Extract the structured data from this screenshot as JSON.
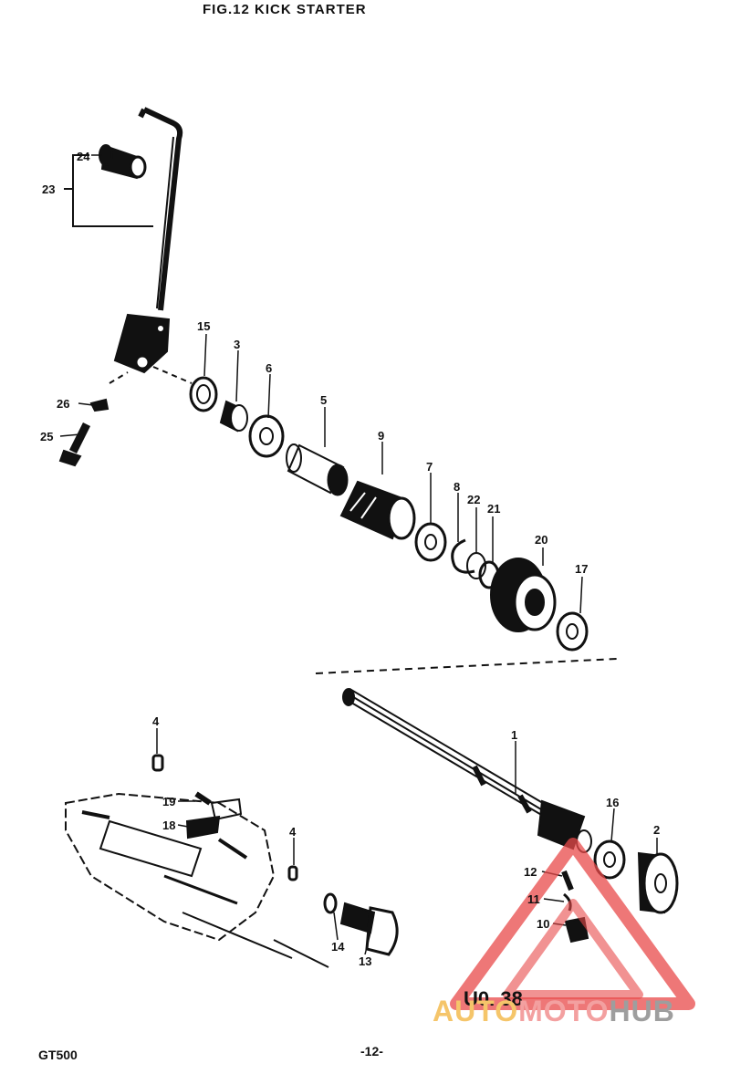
{
  "figure": {
    "title": "FIG.12  KICK STARTER"
  },
  "footer": {
    "model": "GT500",
    "page": "-12-"
  },
  "stamp": "U0. 38",
  "watermark": {
    "part1": "AUTO",
    "part2": "MOTO",
    "part3": "HUB",
    "colors": {
      "auto": "#f5c56a",
      "moto": "#f3a0a0",
      "hub": "#9e9e9e",
      "triangle": "#e84a4a"
    }
  },
  "callouts": {
    "c1": "1",
    "c2": "2",
    "c3": "3",
    "c4a": "4",
    "c4b": "4",
    "c5": "5",
    "c6": "6",
    "c7": "7",
    "c8": "8",
    "c9": "9",
    "c10": "10",
    "c11": "11",
    "c12": "12",
    "c13": "13",
    "c14": "14",
    "c15": "15",
    "c16": "16",
    "c17": "17",
    "c18": "18",
    "c19": "19",
    "c20": "20",
    "c21": "21",
    "c22": "22",
    "c23": "23",
    "c24": "24",
    "c25": "25",
    "c26": "26"
  }
}
